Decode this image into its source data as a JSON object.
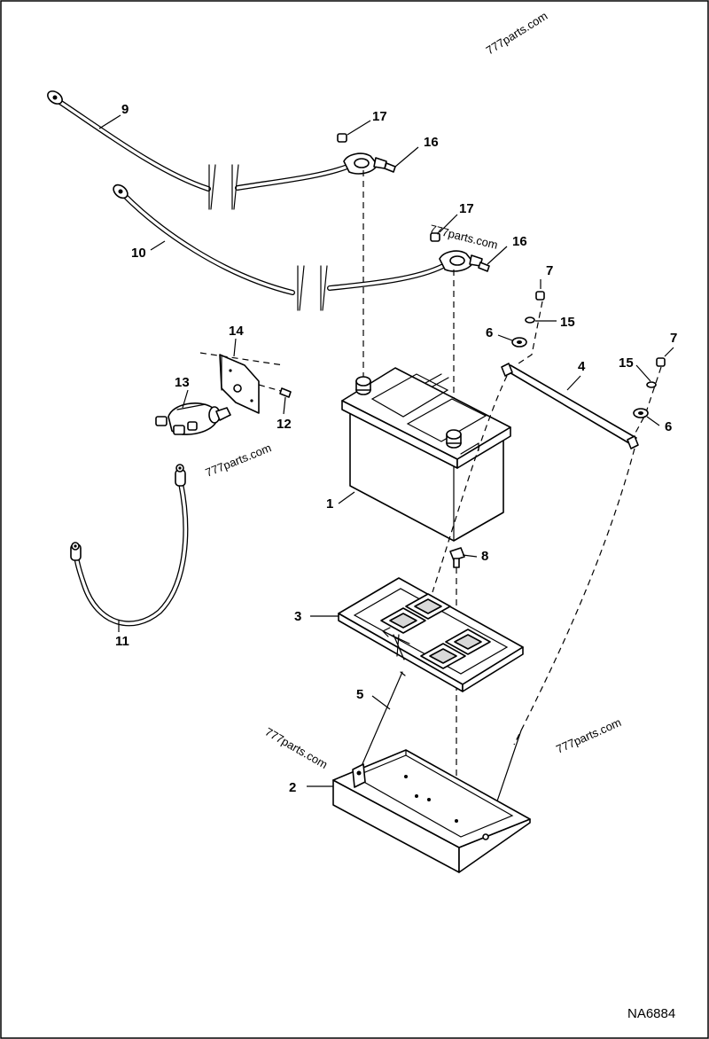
{
  "diagram": {
    "drawing_code": "NA6884",
    "watermark": "777parts.com",
    "callouts": {
      "c1": "1",
      "c2": "2",
      "c3": "3",
      "c4": "4",
      "c5": "5",
      "c6a": "6",
      "c6b": "6",
      "c7a": "7",
      "c7b": "7",
      "c8": "8",
      "c9": "9",
      "c10": "10",
      "c11": "11",
      "c12": "12",
      "c13": "13",
      "c14": "14",
      "c15a": "15",
      "c15b": "15",
      "c16a": "16",
      "c16b": "16",
      "c17a": "17",
      "c17b": "17"
    }
  }
}
